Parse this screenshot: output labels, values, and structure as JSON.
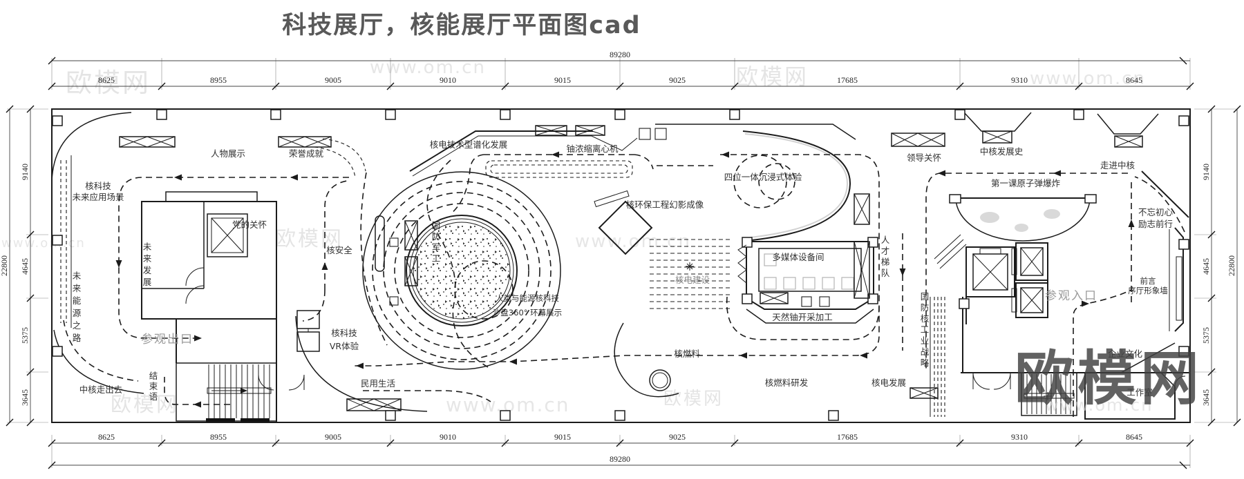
{
  "title": "科技展厅，核能展厅平面图cad",
  "dimensions": {
    "total_width": "89280",
    "total_height": "22800",
    "top_segments": [
      "8625",
      "8955",
      "9005",
      "9010",
      "9015",
      "9025",
      "17685",
      "9310",
      "8645"
    ],
    "bottom_segments": [
      "8625",
      "8955",
      "9005",
      "9010",
      "9015",
      "9025",
      "17685",
      "9310",
      "8645"
    ],
    "left_segments": [
      "9140",
      "4645",
      "5375",
      "3645"
    ],
    "right_segments": [
      "9140",
      "4645",
      "5375",
      "3645"
    ]
  },
  "labels": {
    "renwu_zhanshi": "人物展示",
    "rongyu_chengjiu": "荣誉成就",
    "he_keji_line1": "核科技",
    "he_keji_line2": "未来应用场景",
    "dangde_guanhuai": "党的关怀",
    "weilai_fazhan": "未来发展",
    "weilai_nengyuan_zhilu": "未来能源之路",
    "canguan_chukou": "参观出口",
    "jieshuyu": "结束语",
    "zhonghe_zouchuqu": "中核走出去",
    "he_anquan": "核安全",
    "he_keji_vr_line1": "核科技",
    "he_keji_vr_line2": "VR体验",
    "minyong_shenghuo": "民用生活",
    "guofang_jungong": "国防军工",
    "hedian_jishu": "核电技术型谱化发展",
    "you_nongsuo": "铀浓缩离心机",
    "he_huanbao": "核环保工程幻影成像",
    "shapan_line1": "人类与能源核科技",
    "shapan_line2": "沙盘360° 环幕展示",
    "siwei_yiti": "四位一体沉浸式体验",
    "duomeiti": "多媒体设备间",
    "hedian_jianshe": "核电建设",
    "tianran_you": "天然铀开采加工",
    "he_ranliao": "核燃料",
    "rencai_tidui": "人才梯队",
    "he_ranliao_yanfa": "核燃料研发",
    "hedian_fazhan": "核电发展",
    "guofang_he_gongye": "国防核工业战略",
    "lingdao_guanhuai": "领导关怀",
    "zhonghe_fazhanshi": "中核发展史",
    "zoujin_zhonghe": "走进中核",
    "diyike_yuanzidan": "第一课原子弹爆炸",
    "buwang_line1": "不忘初心",
    "buwang_line2": "励志前行",
    "qianyan_line1": "前言",
    "qianyan_line2": "序厅形象墙",
    "canguan_rukou": "参观入口",
    "qiye_wenhua": "企业文化",
    "gongzuoshi": "工作室"
  },
  "watermarks": {
    "site": "欧模网",
    "url": "www.om.cn"
  },
  "colors": {
    "line": "#1b1b1b",
    "dim_text": "#222222",
    "label": "#303030",
    "route_gray": "#9b9b9b",
    "watermark_light": "#cfcfcf",
    "watermark_dark": "#404040",
    "title": "#595959"
  }
}
